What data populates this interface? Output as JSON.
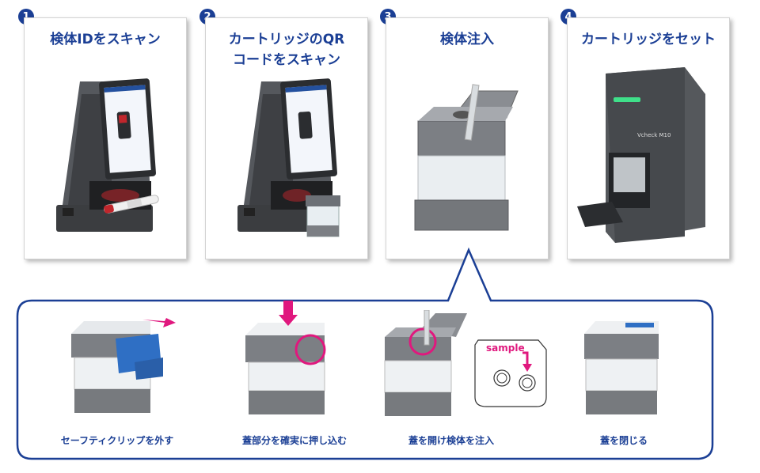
{
  "steps": [
    {
      "num": "1",
      "title": "検体IDをスキャン"
    },
    {
      "num": "2",
      "title": "カートリッジのQR\nコードをスキャン"
    },
    {
      "num": "3",
      "title": "検体注入"
    },
    {
      "num": "4",
      "title": "カートリッジをセット"
    }
  ],
  "detail": {
    "sub_steps": [
      {
        "label": "セーフティクリップを外す"
      },
      {
        "label": "蓋部分を確実に押し込む"
      },
      {
        "label": "蓋を開け検体を注入"
      },
      {
        "label": "蓋を閉じる"
      }
    ],
    "sample_label": "sample"
  },
  "device_label": "Vcheck M10",
  "colors": {
    "brand_blue": "#1b3f95",
    "accent_magenta": "#e0187e",
    "clip_blue": "#2f6fc4",
    "status_green": "#3fe08a"
  }
}
